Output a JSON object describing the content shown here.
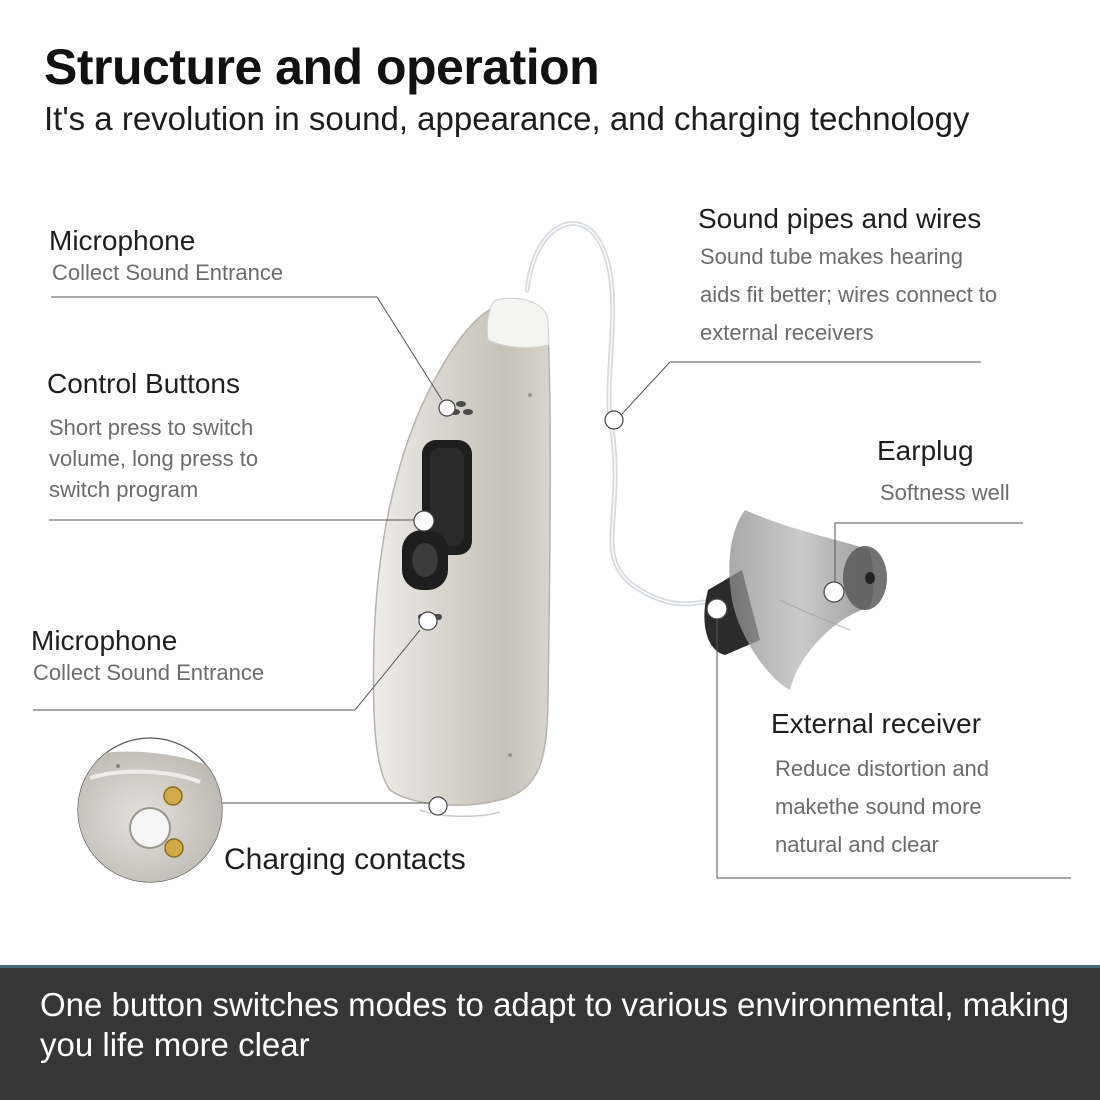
{
  "header": {
    "title": "Structure and operation",
    "subtitle": "It's a revolution in sound, appearance, and charging technology"
  },
  "callouts": {
    "microphone_top": {
      "label": "Microphone",
      "desc": "Collect Sound Entrance"
    },
    "control_buttons": {
      "label": "Control Buttons",
      "desc": "Short press to switch volume, long press to switch program"
    },
    "microphone_bottom": {
      "label": "Microphone",
      "desc": "Collect Sound Entrance"
    },
    "charging_contacts": {
      "label": "Charging contacts"
    },
    "sound_pipes": {
      "label": "Sound pipes and wires",
      "desc": "Sound tube makes hearing aids fit better; wires connect to external receivers"
    },
    "earplug": {
      "label": "Earplug",
      "desc": "Softness well"
    },
    "external_receiver": {
      "label": "External receiver",
      "desc": "Reduce distortion and makethe sound more natural and clear"
    }
  },
  "footer": {
    "text": "One button switches modes to adapt to various environmental, making you life more clear"
  },
  "colors": {
    "footer_bg": "#363636",
    "device_body": "#d9d6cf",
    "button_dark": "#1e1e1e",
    "leader_line": "#555555"
  }
}
